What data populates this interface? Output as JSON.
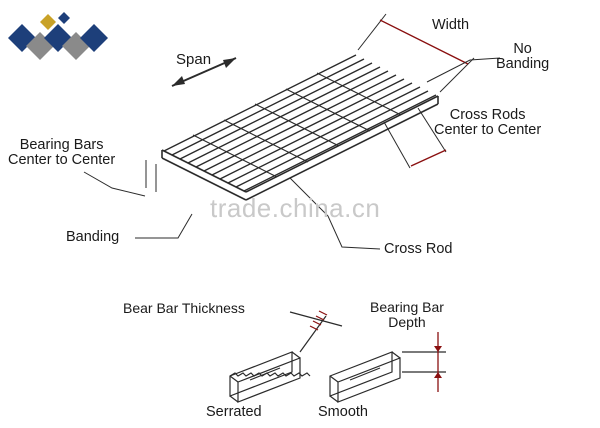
{
  "labels": {
    "span": "Span",
    "width": "Width",
    "no_banding": "No\nBanding",
    "cross_rods_ctc": "Cross Rods\nCenter to Center",
    "bearing_bars_ctc": "Bearing Bars\nCenter to Center",
    "banding": "Banding",
    "cross_rod": "Cross Rod",
    "bear_bar_thickness": "Bear Bar Thickness",
    "bearing_bar_depth": "Bearing Bar\nDepth",
    "serrated": "Serrated",
    "smooth": "Smooth"
  },
  "watermark": "trade.china.cn",
  "colors": {
    "line": "#2b2b2b",
    "accent": "#8a1010",
    "logo_blue": "#1d3f7a",
    "logo_gray": "#8a8a8a"
  }
}
